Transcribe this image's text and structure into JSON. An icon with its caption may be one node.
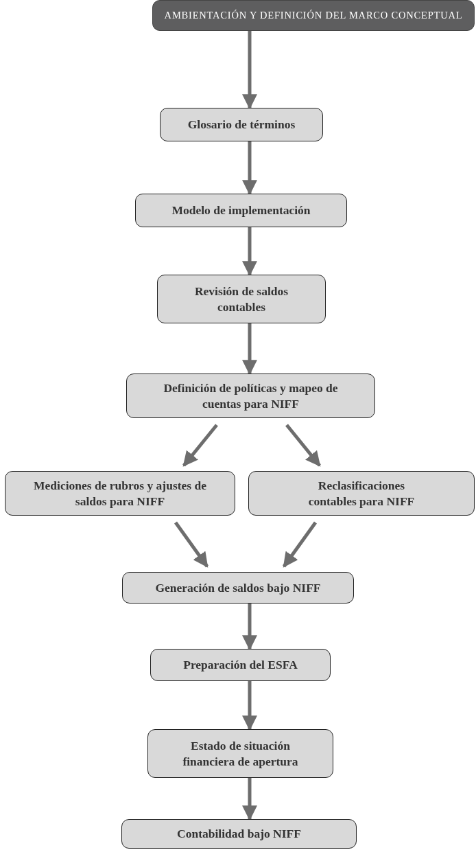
{
  "diagram": {
    "nodes": [
      {
        "text": [
          "AMBIENTACIÓN Y DEFINICIÓN DEL MARCO CONCEPTUAL"
        ]
      },
      {
        "text": [
          "Glosario de términos"
        ]
      },
      {
        "text": [
          "Modelo de implementación"
        ]
      },
      {
        "text": [
          "Revisión de saldos contables"
        ]
      },
      {
        "text": [
          "Definición de políticas y mapeo de cuentas para NIFF"
        ]
      },
      {
        "text": [
          "Mediciones de rubros y ajustes de saldos para NIFF"
        ]
      },
      {
        "text": [
          "Reclasificaciones contables para NIFF"
        ]
      },
      {
        "text": [
          "Generación de saldos bajo NIFF"
        ]
      },
      {
        "text": [
          "Preparación del ESFA"
        ]
      },
      {
        "text": [
          "Estado de situación financiera de apertura"
        ]
      },
      {
        "text": [
          "Contabilidad bajo NIFF"
        ]
      }
    ],
    "edges": [
      {
        "from": 0,
        "to": 1,
        "arrow": "to"
      },
      {
        "from": 1,
        "to": 2,
        "arrow": "to"
      },
      {
        "from": 2,
        "to": 3,
        "arrow": "to"
      },
      {
        "from": 3,
        "to": 4,
        "arrow": "to"
      },
      {
        "from": 4,
        "to": 5,
        "arrow": "to"
      },
      {
        "from": 4,
        "to": 6,
        "arrow": "to"
      },
      {
        "from": 5,
        "to": 7,
        "arrow": "to"
      },
      {
        "from": 6,
        "to": 7,
        "arrow": "to"
      },
      {
        "from": 7,
        "to": 8,
        "arrow": "to"
      },
      {
        "from": 8,
        "to": 9,
        "arrow": "to"
      },
      {
        "from": 9,
        "to": 10,
        "arrow": "to"
      }
    ]
  }
}
